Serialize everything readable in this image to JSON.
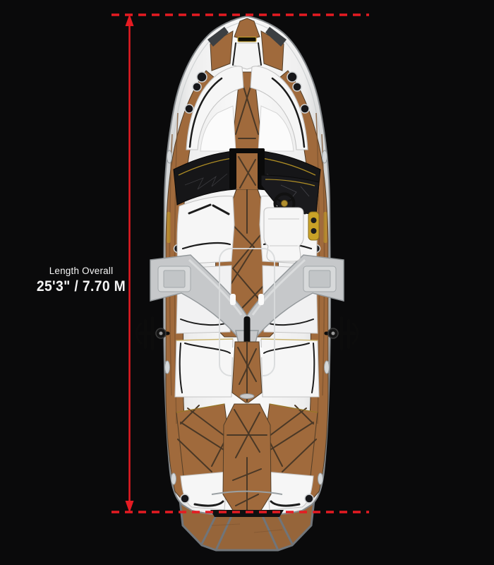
{
  "dimension": {
    "label": "Length Overall",
    "value": "25'3\" / 7.70 M"
  },
  "illustration": {
    "subject": "wake-boat-top-view",
    "parts": [
      "hull",
      "bow-deck",
      "windshield",
      "helm-station",
      "wake-tower",
      "board-racks",
      "stern-sun-pads",
      "swim-platform"
    ]
  },
  "colors": {
    "background": "#0a0a0b",
    "accent_red": "#e51b22",
    "hull_white": "#f2f2f2",
    "deck_brown": "#a06a3c",
    "deck_brown_dark": "#7d5430",
    "seam_dark": "#4a3826",
    "glass_dark": "#161618",
    "tower_gray": "#c6c8ca",
    "gold": "#c9a227",
    "seat_white": "#f6f6f6",
    "trim_black": "#1c1c1c",
    "platform_frame": "#70757a"
  }
}
